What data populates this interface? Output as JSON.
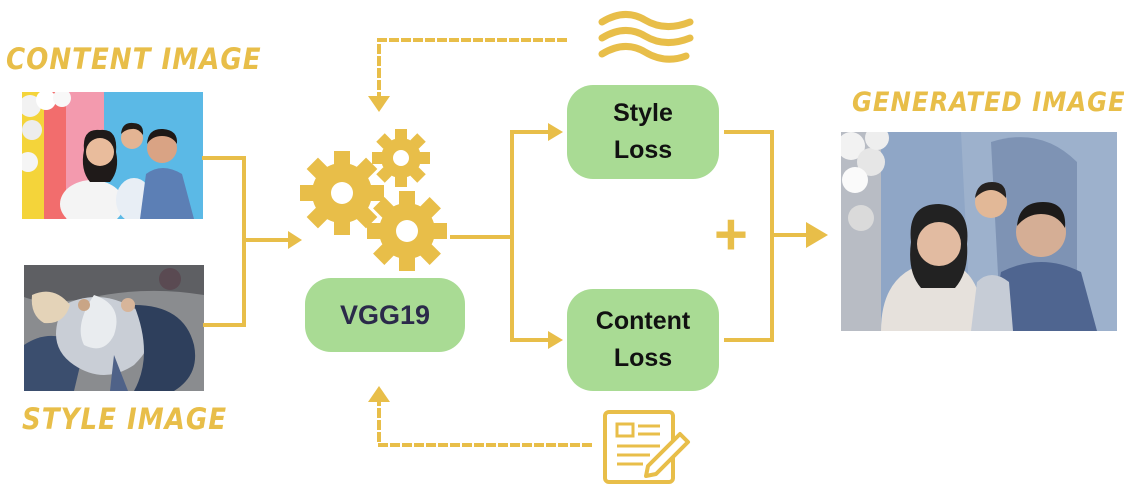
{
  "labels": {
    "content_image": "CONTENT IMAGE",
    "style_image": "STYLE IMAGE",
    "generated_image": "GENERATED IMAGE"
  },
  "nodes": {
    "vgg": "VGG19",
    "style_loss": "Style\nLoss",
    "content_loss": "Content\nLoss",
    "plus": "+"
  },
  "colors": {
    "accent": "#E8BE49",
    "box_fill": "#A9DB94",
    "vgg_text": "#2B2A4A",
    "loss_text": "#111111"
  },
  "icons": {
    "vgg": "gears-icon",
    "style": "waves-icon",
    "content": "document-pencil-icon",
    "photo_content": "family-photo",
    "photo_style": "painting",
    "photo_generated": "stylized-family-photo"
  }
}
